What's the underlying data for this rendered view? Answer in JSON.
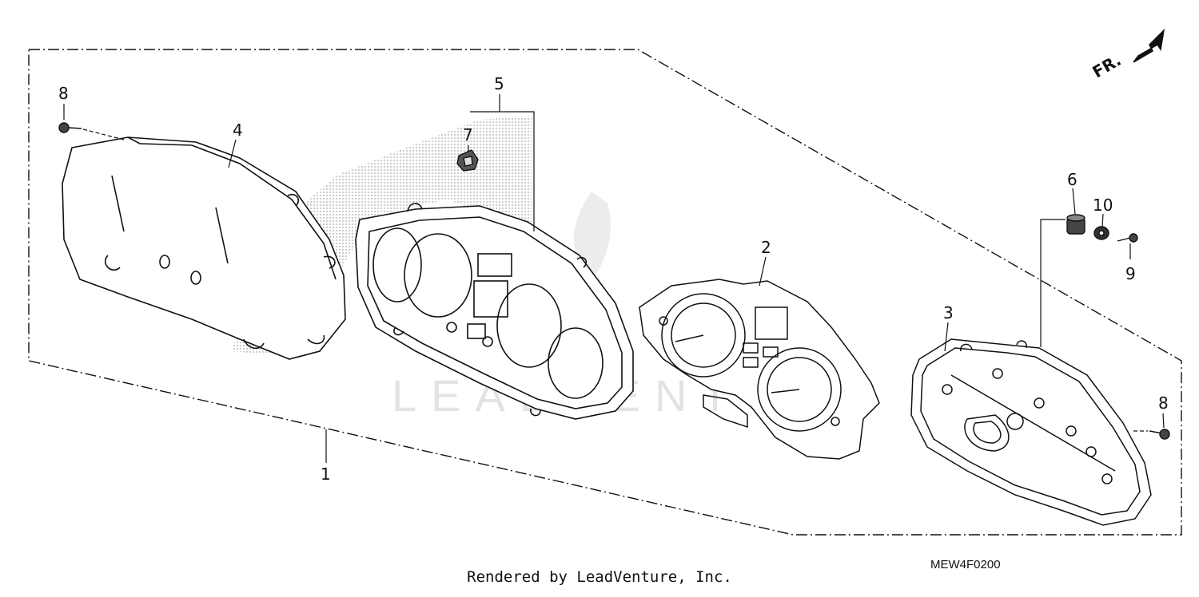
{
  "diagram_code": "MEW4F0200",
  "front_indicator": "FR.",
  "watermark": "LEADVENTURE",
  "footer_text": "Rendered by LeadVenture, Inc.",
  "callouts": [
    {
      "id": "c1",
      "label": "1"
    },
    {
      "id": "c2",
      "label": "2"
    },
    {
      "id": "c3",
      "label": "3"
    },
    {
      "id": "c4",
      "label": "4"
    },
    {
      "id": "c5",
      "label": "5"
    },
    {
      "id": "c6",
      "label": "6"
    },
    {
      "id": "c7",
      "label": "7"
    },
    {
      "id": "c8a",
      "label": "8"
    },
    {
      "id": "c8b",
      "label": "8"
    },
    {
      "id": "c9",
      "label": "9"
    },
    {
      "id": "c10",
      "label": "10"
    }
  ]
}
